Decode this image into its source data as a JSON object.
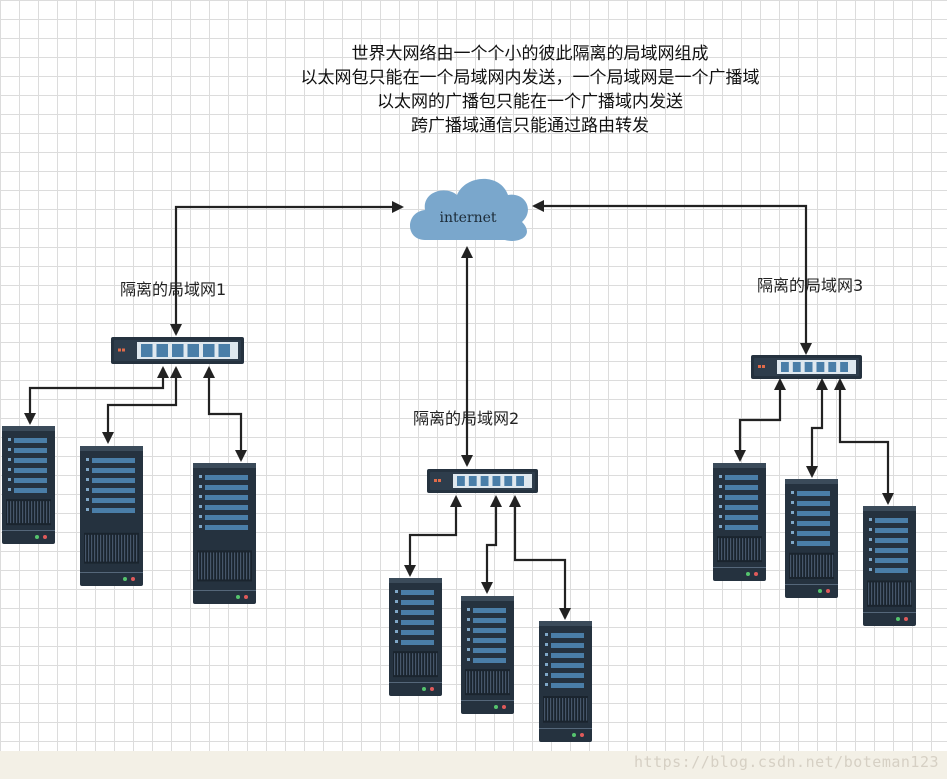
{
  "caption": {
    "lines": [
      "世界大网络由一个个小的彼此隔离的局域网组成",
      "以太网包只能在一个局域网内发送，一个局域网是一个广播域",
      "以太网的广播包只能在一个广播域内发送",
      "跨广播域通信只能通过路由转发"
    ]
  },
  "cloud": {
    "label": "internet",
    "color": "#7aa7cc"
  },
  "networks": [
    {
      "label": "隔离的局域网1",
      "server_count": 3
    },
    {
      "label": "隔离的局域网2",
      "server_count": 3
    },
    {
      "label": "隔离的局域网3",
      "server_count": 3
    }
  ],
  "colors": {
    "device_dark": "#25323f",
    "device_blue": "#4a7ea8",
    "arrow": "#222222"
  },
  "watermark": "https://blog.csdn.net/boteman123"
}
